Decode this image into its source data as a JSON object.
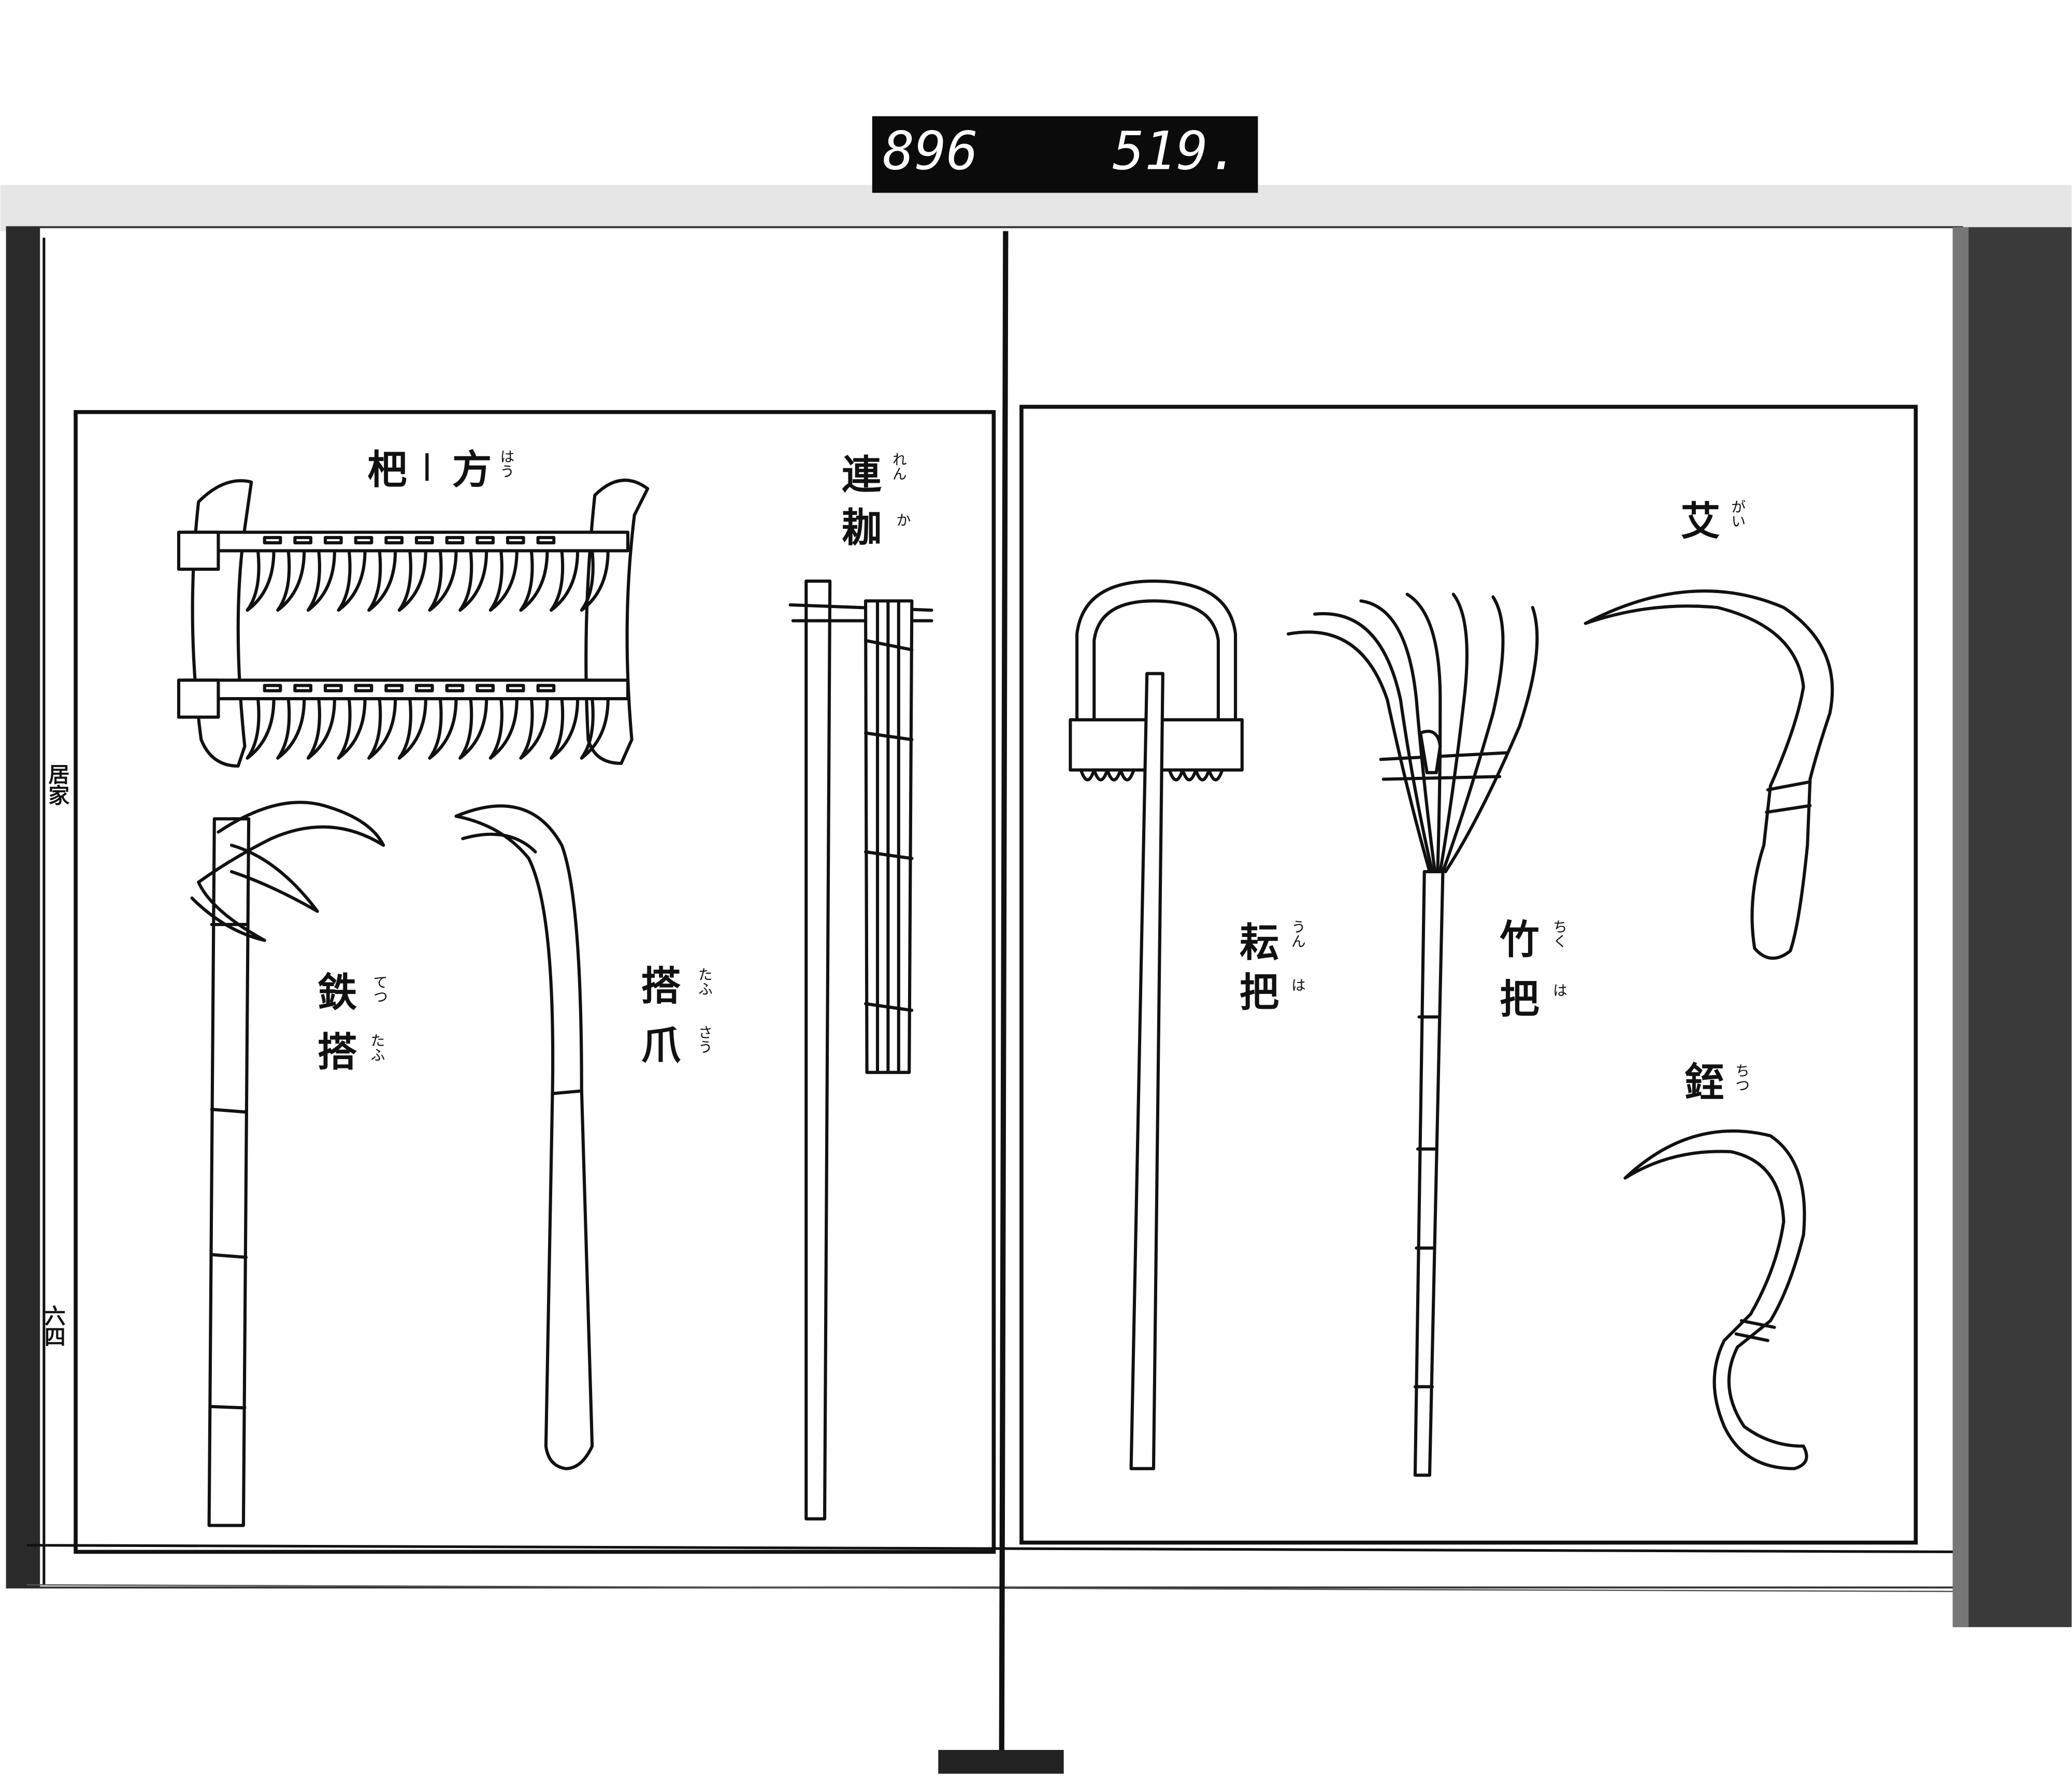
{
  "counter": {
    "left": "896",
    "right": "519."
  },
  "margin": {
    "section": "居家",
    "page_number": "六四"
  },
  "left_page": {
    "houha": {
      "chars": [
        {
          "kanji": "杷",
          "furigana": ""
        },
        {
          "mark": "丨"
        },
        {
          "kanji": "方",
          "furigana": "はう"
        }
      ]
    },
    "renka": {
      "chars": [
        {
          "kanji": "連",
          "furigana": "れん"
        },
        {
          "kanji": "耞",
          "furigana": "か"
        }
      ]
    },
    "tettou": {
      "chars": [
        {
          "kanji": "鉄",
          "furigana": "てつ"
        },
        {
          "kanji": "搭",
          "furigana": "たふ"
        }
      ]
    },
    "tousou": {
      "chars": [
        {
          "kanji": "搭",
          "furigana": "たふ"
        },
        {
          "kanji": "爪",
          "furigana": "さう"
        }
      ]
    }
  },
  "right_page": {
    "unha": {
      "chars": [
        {
          "kanji": "耘",
          "furigana": "うん"
        },
        {
          "kanji": "把",
          "furigana": "は"
        }
      ]
    },
    "chikuha": {
      "chars": [
        {
          "kanji": "竹",
          "furigana": "ちく"
        },
        {
          "kanji": "把",
          "furigana": "は"
        }
      ]
    },
    "gai": {
      "chars": [
        {
          "kanji": "艾",
          "furigana": "がい"
        }
      ]
    },
    "chitsu": {
      "chars": [
        {
          "kanji": "銍",
          "furigana": "ちつ"
        }
      ]
    }
  }
}
